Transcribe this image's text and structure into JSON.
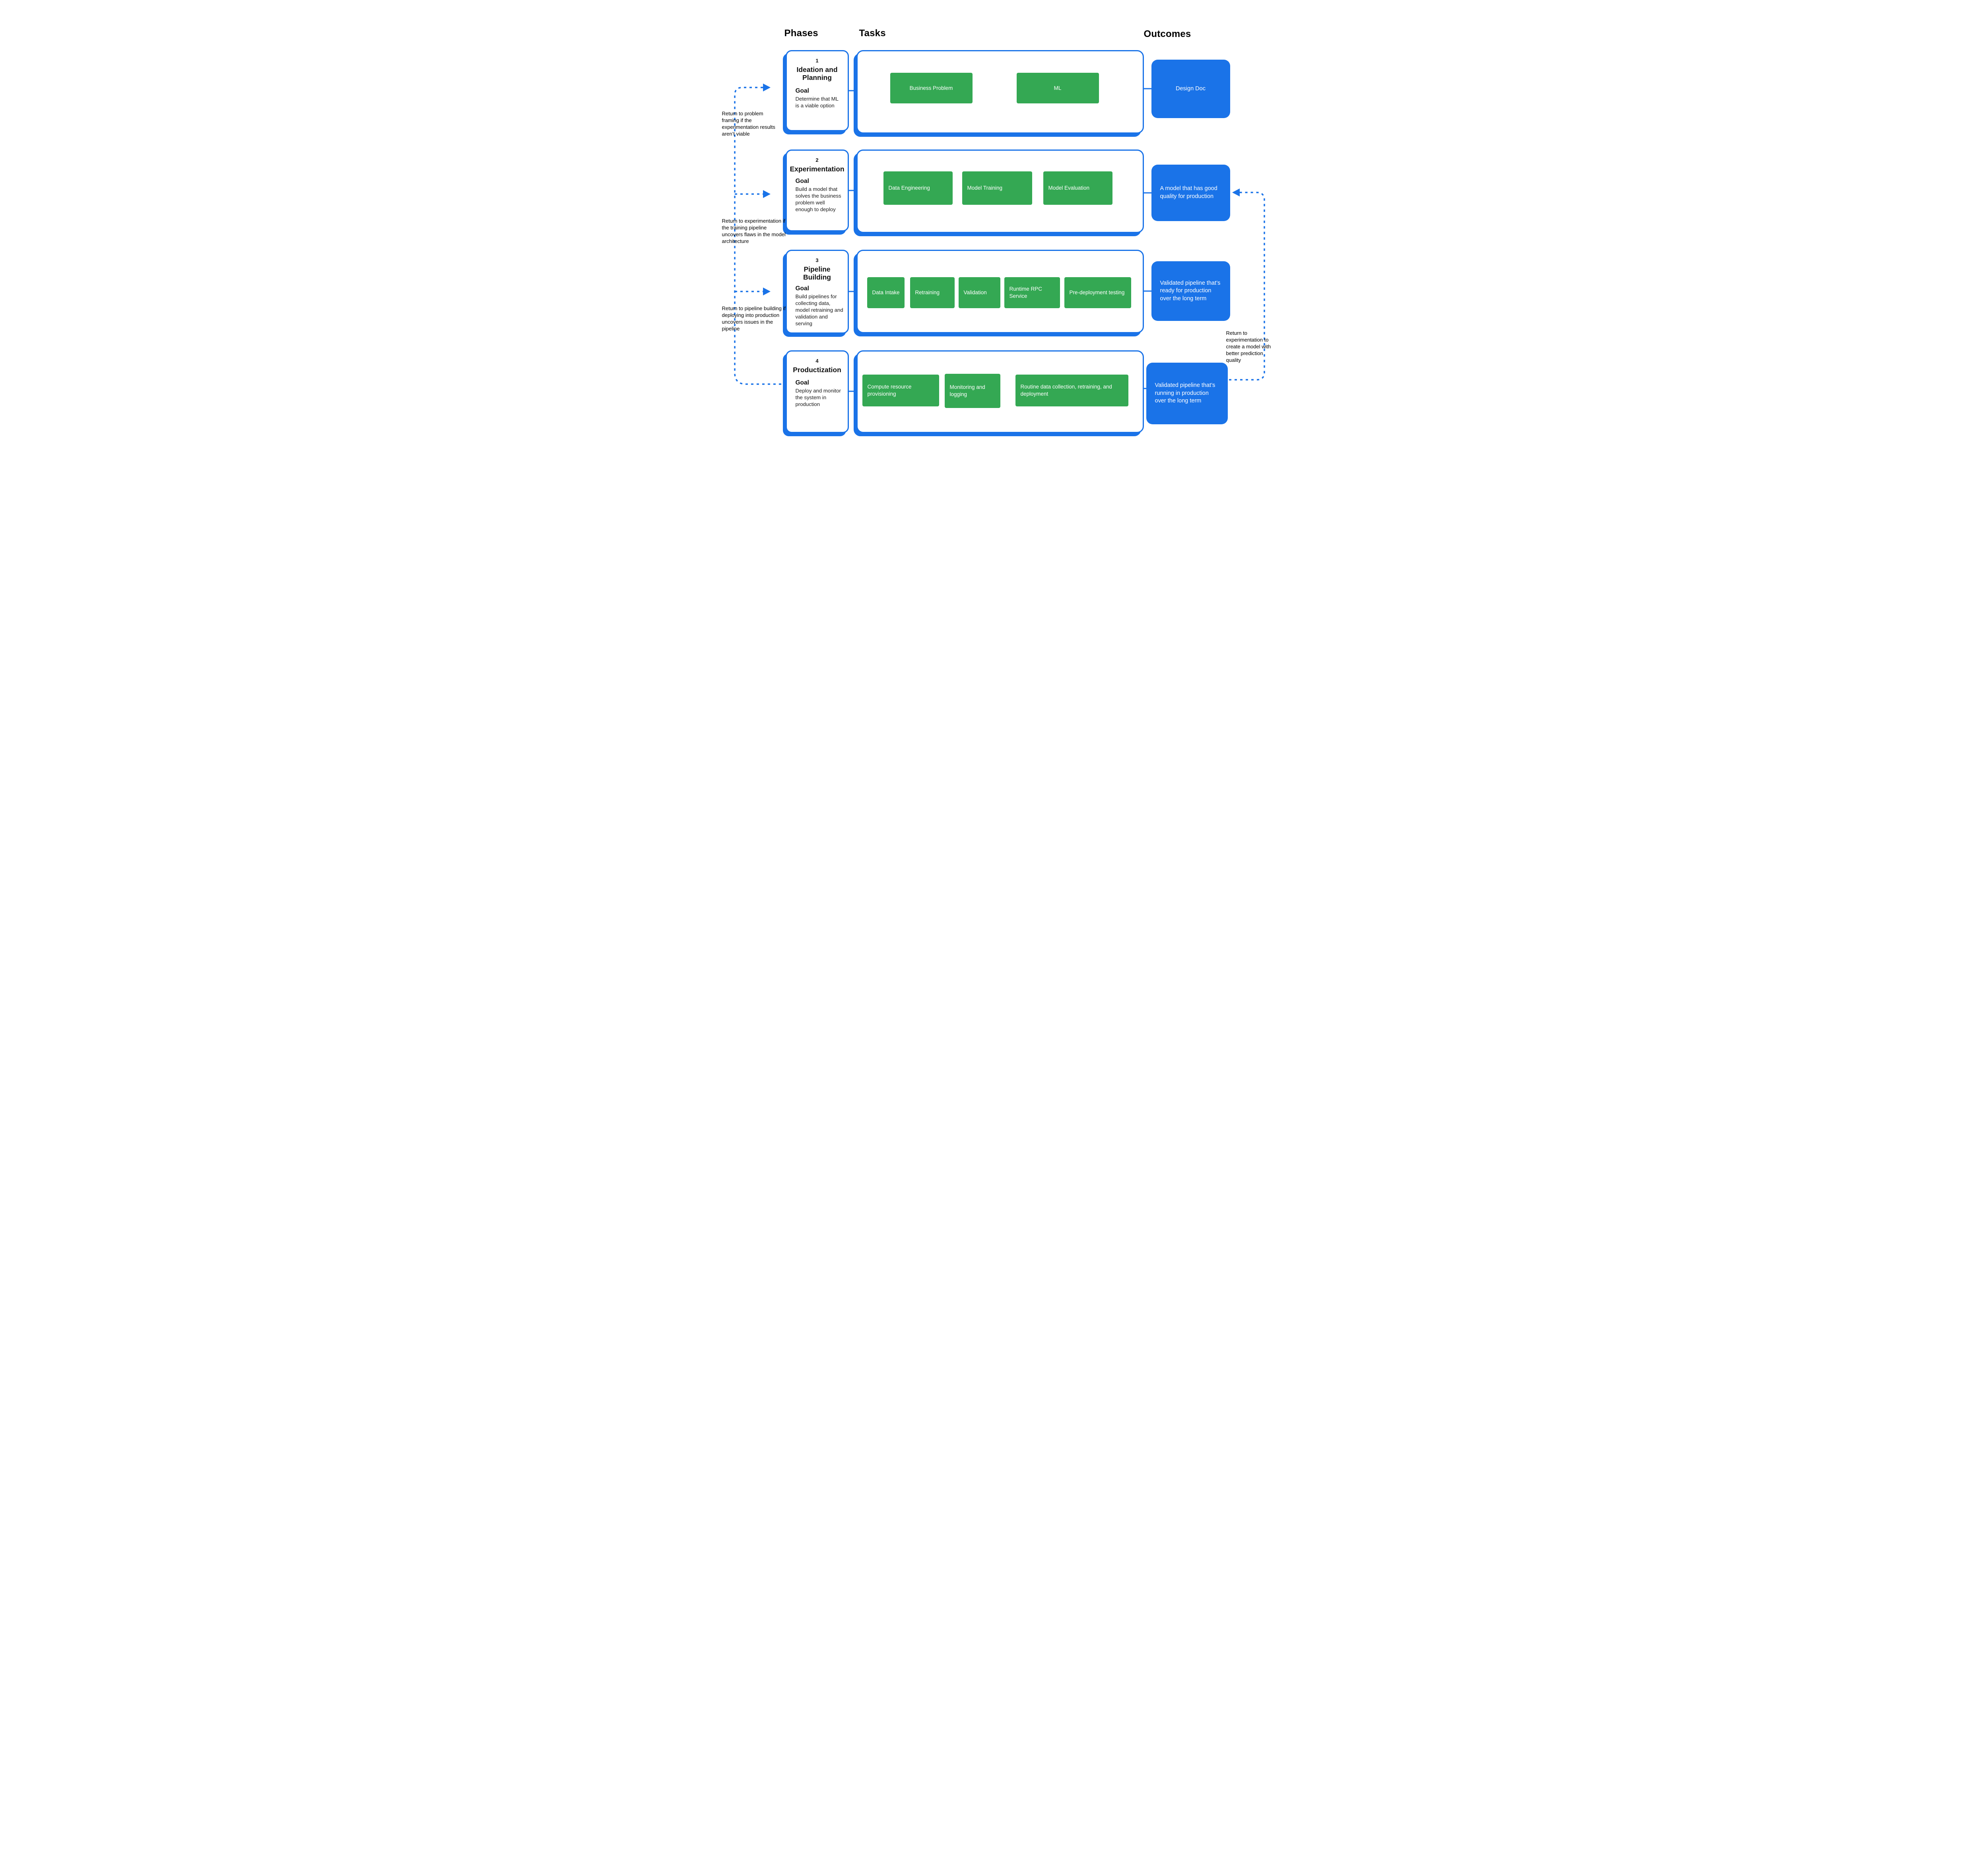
{
  "title": "ML development phases diagram",
  "headers": {
    "phases": "Phases",
    "tasks": "Tasks",
    "outcomes": "Outcomes"
  },
  "colors": {
    "accent_blue": "#1A73E8",
    "task_green": "#34A853",
    "text": "#000000"
  },
  "icons": {
    "return_arrowhead": "▶",
    "loop_arrowhead": "▲"
  },
  "phases": [
    {
      "number": "1",
      "title": "Ideation and Planning",
      "goal_label": "Goal",
      "goal": "Determine that ML is a viable option",
      "tasks": [
        "Business Problem",
        "ML"
      ],
      "outcome": "Design Doc"
    },
    {
      "number": "2",
      "title": "Experimentation",
      "goal_label": "Goal",
      "goal": "Build a model that solves the business problem well enough to deploy",
      "tasks": [
        "Data Engineering",
        "Model Training",
        "Model Evaluation"
      ],
      "outcome": "A model that has good quality for production"
    },
    {
      "number": "3",
      "title": "Pipeline Building",
      "goal_label": "Goal",
      "goal": "Build pipelines for collecting data, model retraining and validation and serving",
      "tasks": [
        "Data Intake",
        "Retraining",
        "Validation",
        "Runtime RPC Service",
        "Pre-deployment testing"
      ],
      "outcome": "Validated pipeline that’s ready for production over the long term"
    },
    {
      "number": "4",
      "title": "Productization",
      "goal_label": "Goal",
      "goal": "Deploy and monitor the system in production",
      "tasks": [
        "Compute resource provisioning",
        "Monitoring and logging",
        "Routine data collection, retraining, and deployment"
      ],
      "outcome": "Validated pipeline that’s running in production over the long term"
    }
  ],
  "annotations": {
    "return_problem_framing": "Return to problem framing if the experimentation results aren’t viable",
    "return_experimentation": "Return to experimentation if the training pipeline uncovers flaws in the model architecture",
    "return_pipeline_building": "Return to pipeline building if deploying into production uncovers issues in the pipeline",
    "return_experimentation_quality": "Return to experimentation to create a model with better prediction quality"
  }
}
